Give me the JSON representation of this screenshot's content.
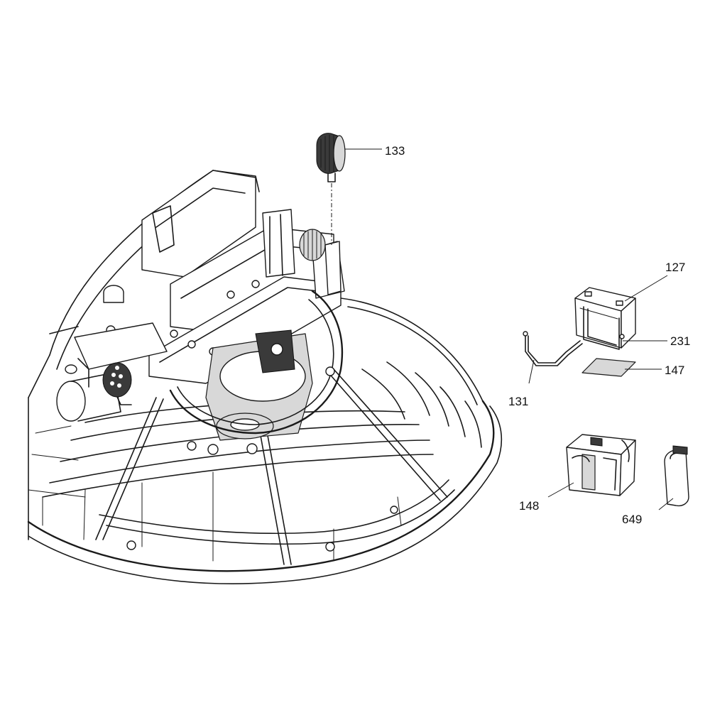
{
  "labels": {
    "work_light": "133",
    "battery": "127",
    "battery_hold_down": "231",
    "battery_pad": "147",
    "battery_rod": "131",
    "battery_box": "148",
    "terminal_cover": "649"
  },
  "colors": {
    "line": "#1a1a1a",
    "background": "#ffffff",
    "shade": "#d8d8d8",
    "dark": "#3a3a3a"
  }
}
